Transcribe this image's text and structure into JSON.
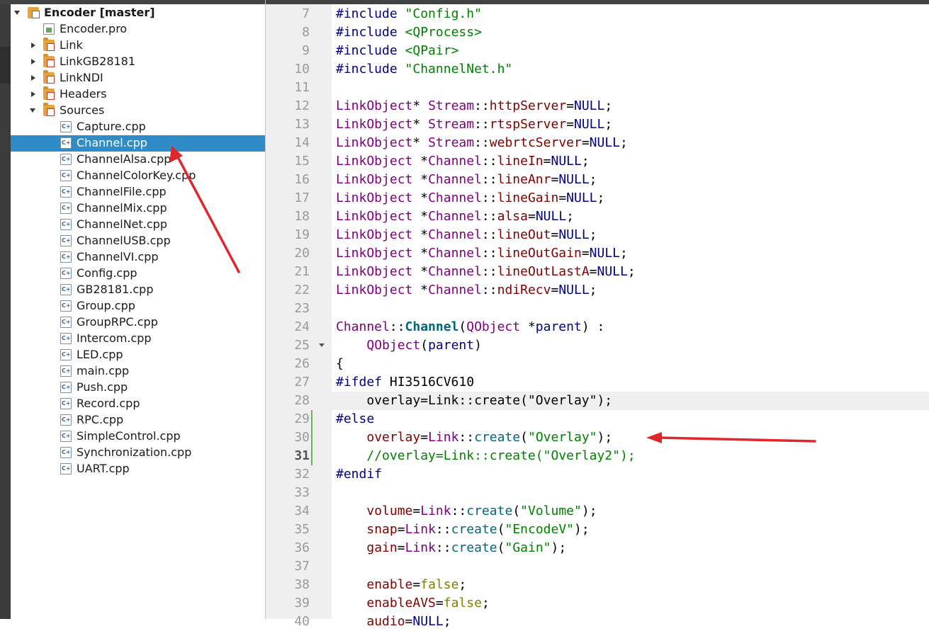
{
  "colors": {
    "selection": "#308cc6",
    "annotation_arrow": "#e0262b",
    "gutter_bg": "#efefef",
    "change_marker": "#6fae5f"
  },
  "project_tree": {
    "root": {
      "label": "Encoder [master]",
      "icon": "qt-project-folder-icon",
      "expanded": true
    },
    "items": [
      {
        "label": "Encoder.pro",
        "icon": "pro-file-icon",
        "level": 1,
        "arrow": "none"
      },
      {
        "label": "Link",
        "icon": "folder-icon",
        "level": 1,
        "arrow": "collapsed"
      },
      {
        "label": "LinkGB28181",
        "icon": "folder-icon",
        "level": 1,
        "arrow": "collapsed"
      },
      {
        "label": "LinkNDI",
        "icon": "folder-icon",
        "level": 1,
        "arrow": "collapsed"
      },
      {
        "label": "Headers",
        "icon": "folder-icon",
        "level": 1,
        "arrow": "collapsed"
      },
      {
        "label": "Sources",
        "icon": "folder-icon",
        "level": 1,
        "arrow": "expanded"
      },
      {
        "label": "Capture.cpp",
        "icon": "cpp-file-icon",
        "level": 2,
        "arrow": "none"
      },
      {
        "label": "Channel.cpp",
        "icon": "cpp-file-icon",
        "level": 2,
        "arrow": "none",
        "selected": true
      },
      {
        "label": "ChannelAlsa.cpp",
        "icon": "cpp-file-icon",
        "level": 2,
        "arrow": "none"
      },
      {
        "label": "ChannelColorKey.cpp",
        "icon": "cpp-file-icon",
        "level": 2,
        "arrow": "none"
      },
      {
        "label": "ChannelFile.cpp",
        "icon": "cpp-file-icon",
        "level": 2,
        "arrow": "none"
      },
      {
        "label": "ChannelMix.cpp",
        "icon": "cpp-file-icon",
        "level": 2,
        "arrow": "none"
      },
      {
        "label": "ChannelNet.cpp",
        "icon": "cpp-file-icon",
        "level": 2,
        "arrow": "none"
      },
      {
        "label": "ChannelUSB.cpp",
        "icon": "cpp-file-icon",
        "level": 2,
        "arrow": "none"
      },
      {
        "label": "ChannelVI.cpp",
        "icon": "cpp-file-icon",
        "level": 2,
        "arrow": "none"
      },
      {
        "label": "Config.cpp",
        "icon": "cpp-file-icon",
        "level": 2,
        "arrow": "none"
      },
      {
        "label": "GB28181.cpp",
        "icon": "cpp-file-icon",
        "level": 2,
        "arrow": "none"
      },
      {
        "label": "Group.cpp",
        "icon": "cpp-file-icon",
        "level": 2,
        "arrow": "none"
      },
      {
        "label": "GroupRPC.cpp",
        "icon": "cpp-file-icon",
        "level": 2,
        "arrow": "none"
      },
      {
        "label": "Intercom.cpp",
        "icon": "cpp-file-icon",
        "level": 2,
        "arrow": "none"
      },
      {
        "label": "LED.cpp",
        "icon": "cpp-file-icon",
        "level": 2,
        "arrow": "none"
      },
      {
        "label": "main.cpp",
        "icon": "cpp-file-icon",
        "level": 2,
        "arrow": "none"
      },
      {
        "label": "Push.cpp",
        "icon": "cpp-file-icon",
        "level": 2,
        "arrow": "none"
      },
      {
        "label": "Record.cpp",
        "icon": "cpp-file-icon",
        "level": 2,
        "arrow": "none"
      },
      {
        "label": "RPC.cpp",
        "icon": "cpp-file-icon",
        "level": 2,
        "arrow": "none"
      },
      {
        "label": "SimpleControl.cpp",
        "icon": "cpp-file-icon",
        "level": 2,
        "arrow": "none"
      },
      {
        "label": "Synchronization.cpp",
        "icon": "cpp-file-icon",
        "level": 2,
        "arrow": "none"
      },
      {
        "label": "UART.cpp",
        "icon": "cpp-file-icon",
        "level": 2,
        "arrow": "none"
      }
    ]
  },
  "editor": {
    "current_line": 31,
    "highlighted_line": 28,
    "changed_lines": [
      29,
      30,
      31
    ],
    "fold_line": 25,
    "lines": [
      {
        "n": 7,
        "tokens": [
          [
            "pre",
            "#include "
          ],
          [
            "str",
            "\"Config.h\""
          ]
        ]
      },
      {
        "n": 8,
        "tokens": [
          [
            "pre",
            "#include "
          ],
          [
            "str",
            "<QProcess>"
          ]
        ]
      },
      {
        "n": 9,
        "tokens": [
          [
            "pre",
            "#include "
          ],
          [
            "str",
            "<QPair>"
          ]
        ]
      },
      {
        "n": 10,
        "tokens": [
          [
            "pre",
            "#include "
          ],
          [
            "str",
            "\"ChannelNet.h\""
          ]
        ]
      },
      {
        "n": 11,
        "tokens": []
      },
      {
        "n": 12,
        "tokens": [
          [
            "type",
            "LinkObject"
          ],
          [
            "plain",
            "* "
          ],
          [
            "ns",
            "Stream"
          ],
          [
            "plain",
            "::"
          ],
          [
            "field",
            "httpServer"
          ],
          [
            "plain",
            "="
          ],
          [
            "null",
            "NULL"
          ],
          [
            "plain",
            ";"
          ]
        ]
      },
      {
        "n": 13,
        "tokens": [
          [
            "type",
            "LinkObject"
          ],
          [
            "plain",
            "* "
          ],
          [
            "ns",
            "Stream"
          ],
          [
            "plain",
            "::"
          ],
          [
            "field",
            "rtspServer"
          ],
          [
            "plain",
            "="
          ],
          [
            "null",
            "NULL"
          ],
          [
            "plain",
            ";"
          ]
        ]
      },
      {
        "n": 14,
        "tokens": [
          [
            "type",
            "LinkObject"
          ],
          [
            "plain",
            "* "
          ],
          [
            "ns",
            "Stream"
          ],
          [
            "plain",
            "::"
          ],
          [
            "field",
            "webrtcServer"
          ],
          [
            "plain",
            "="
          ],
          [
            "null",
            "NULL"
          ],
          [
            "plain",
            ";"
          ]
        ]
      },
      {
        "n": 15,
        "tokens": [
          [
            "type",
            "LinkObject"
          ],
          [
            "plain",
            " *"
          ],
          [
            "ns",
            "Channel"
          ],
          [
            "plain",
            "::"
          ],
          [
            "field",
            "lineIn"
          ],
          [
            "plain",
            "="
          ],
          [
            "null",
            "NULL"
          ],
          [
            "plain",
            ";"
          ]
        ]
      },
      {
        "n": 16,
        "tokens": [
          [
            "type",
            "LinkObject"
          ],
          [
            "plain",
            " *"
          ],
          [
            "ns",
            "Channel"
          ],
          [
            "plain",
            "::"
          ],
          [
            "field",
            "lineAnr"
          ],
          [
            "plain",
            "="
          ],
          [
            "null",
            "NULL"
          ],
          [
            "plain",
            ";"
          ]
        ]
      },
      {
        "n": 17,
        "tokens": [
          [
            "type",
            "LinkObject"
          ],
          [
            "plain",
            " *"
          ],
          [
            "ns",
            "Channel"
          ],
          [
            "plain",
            "::"
          ],
          [
            "field",
            "lineGain"
          ],
          [
            "plain",
            "="
          ],
          [
            "null",
            "NULL"
          ],
          [
            "plain",
            ";"
          ]
        ]
      },
      {
        "n": 18,
        "tokens": [
          [
            "type",
            "LinkObject"
          ],
          [
            "plain",
            " *"
          ],
          [
            "ns",
            "Channel"
          ],
          [
            "plain",
            "::"
          ],
          [
            "field",
            "alsa"
          ],
          [
            "plain",
            "="
          ],
          [
            "null",
            "NULL"
          ],
          [
            "plain",
            ";"
          ]
        ]
      },
      {
        "n": 19,
        "tokens": [
          [
            "type",
            "LinkObject"
          ],
          [
            "plain",
            " *"
          ],
          [
            "ns",
            "Channel"
          ],
          [
            "plain",
            "::"
          ],
          [
            "field",
            "lineOut"
          ],
          [
            "plain",
            "="
          ],
          [
            "null",
            "NULL"
          ],
          [
            "plain",
            ";"
          ]
        ]
      },
      {
        "n": 20,
        "tokens": [
          [
            "type",
            "LinkObject"
          ],
          [
            "plain",
            " *"
          ],
          [
            "ns",
            "Channel"
          ],
          [
            "plain",
            "::"
          ],
          [
            "field",
            "lineOutGain"
          ],
          [
            "plain",
            "="
          ],
          [
            "null",
            "NULL"
          ],
          [
            "plain",
            ";"
          ]
        ]
      },
      {
        "n": 21,
        "tokens": [
          [
            "type",
            "LinkObject"
          ],
          [
            "plain",
            " *"
          ],
          [
            "ns",
            "Channel"
          ],
          [
            "plain",
            "::"
          ],
          [
            "field",
            "lineOutLastA"
          ],
          [
            "plain",
            "="
          ],
          [
            "null",
            "NULL"
          ],
          [
            "plain",
            ";"
          ]
        ]
      },
      {
        "n": 22,
        "tokens": [
          [
            "type",
            "LinkObject"
          ],
          [
            "plain",
            " *"
          ],
          [
            "ns",
            "Channel"
          ],
          [
            "plain",
            "::"
          ],
          [
            "field",
            "ndiRecv"
          ],
          [
            "plain",
            "="
          ],
          [
            "null",
            "NULL"
          ],
          [
            "plain",
            ";"
          ]
        ]
      },
      {
        "n": 23,
        "tokens": []
      },
      {
        "n": 24,
        "tokens": [
          [
            "ns",
            "Channel"
          ],
          [
            "plain",
            "::"
          ],
          [
            "funcdef",
            "Channel"
          ],
          [
            "plain",
            "("
          ],
          [
            "type",
            "QObject"
          ],
          [
            "plain",
            " *"
          ],
          [
            "param",
            "parent"
          ],
          [
            "plain",
            ") :"
          ]
        ]
      },
      {
        "n": 25,
        "tokens": [
          [
            "plain",
            "    "
          ],
          [
            "type",
            "QObject"
          ],
          [
            "plain",
            "("
          ],
          [
            "param",
            "parent"
          ],
          [
            "plain",
            ")"
          ]
        ]
      },
      {
        "n": 26,
        "tokens": [
          [
            "plain",
            "{"
          ]
        ]
      },
      {
        "n": 27,
        "tokens": [
          [
            "pre",
            "#ifdef "
          ],
          [
            "plain",
            "HI3516CV610"
          ]
        ]
      },
      {
        "n": 28,
        "tokens": [
          [
            "plain",
            "    overlay=Link::create(\"Overlay\");"
          ]
        ]
      },
      {
        "n": 29,
        "tokens": [
          [
            "pre",
            "#else"
          ]
        ]
      },
      {
        "n": 30,
        "tokens": [
          [
            "plain",
            "    "
          ],
          [
            "field",
            "overlay"
          ],
          [
            "plain",
            "="
          ],
          [
            "type",
            "Link"
          ],
          [
            "plain",
            "::"
          ],
          [
            "func",
            "create"
          ],
          [
            "plain",
            "("
          ],
          [
            "str",
            "\"Overlay\""
          ],
          [
            "plain",
            ");"
          ]
        ]
      },
      {
        "n": 31,
        "tokens": [
          [
            "plain",
            "    "
          ],
          [
            "cmt",
            "//overlay=Link::create(\"Overlay2\");"
          ]
        ]
      },
      {
        "n": 32,
        "tokens": [
          [
            "pre",
            "#endif"
          ]
        ]
      },
      {
        "n": 33,
        "tokens": []
      },
      {
        "n": 34,
        "tokens": [
          [
            "plain",
            "    "
          ],
          [
            "field",
            "volume"
          ],
          [
            "plain",
            "="
          ],
          [
            "type",
            "Link"
          ],
          [
            "plain",
            "::"
          ],
          [
            "func",
            "create"
          ],
          [
            "plain",
            "("
          ],
          [
            "str",
            "\"Volume\""
          ],
          [
            "plain",
            ");"
          ]
        ]
      },
      {
        "n": 35,
        "tokens": [
          [
            "plain",
            "    "
          ],
          [
            "field",
            "snap"
          ],
          [
            "plain",
            "="
          ],
          [
            "type",
            "Link"
          ],
          [
            "plain",
            "::"
          ],
          [
            "func",
            "create"
          ],
          [
            "plain",
            "("
          ],
          [
            "str",
            "\"EncodeV\""
          ],
          [
            "plain",
            ");"
          ]
        ]
      },
      {
        "n": 36,
        "tokens": [
          [
            "plain",
            "    "
          ],
          [
            "field",
            "gain"
          ],
          [
            "plain",
            "="
          ],
          [
            "type",
            "Link"
          ],
          [
            "plain",
            "::"
          ],
          [
            "func",
            "create"
          ],
          [
            "plain",
            "("
          ],
          [
            "str",
            "\"Gain\""
          ],
          [
            "plain",
            ");"
          ]
        ]
      },
      {
        "n": 37,
        "tokens": []
      },
      {
        "n": 38,
        "tokens": [
          [
            "plain",
            "    "
          ],
          [
            "field",
            "enable"
          ],
          [
            "plain",
            "="
          ],
          [
            "kw",
            "false"
          ],
          [
            "plain",
            ";"
          ]
        ]
      },
      {
        "n": 39,
        "tokens": [
          [
            "plain",
            "    "
          ],
          [
            "field",
            "enableAVS"
          ],
          [
            "plain",
            "="
          ],
          [
            "kw",
            "false"
          ],
          [
            "plain",
            ";"
          ]
        ]
      },
      {
        "n": 40,
        "tokens": [
          [
            "plain",
            "    "
          ],
          [
            "field",
            "audio"
          ],
          [
            "plain",
            "="
          ],
          [
            "null",
            "NULL"
          ],
          [
            "plain",
            ";"
          ]
        ]
      }
    ]
  }
}
